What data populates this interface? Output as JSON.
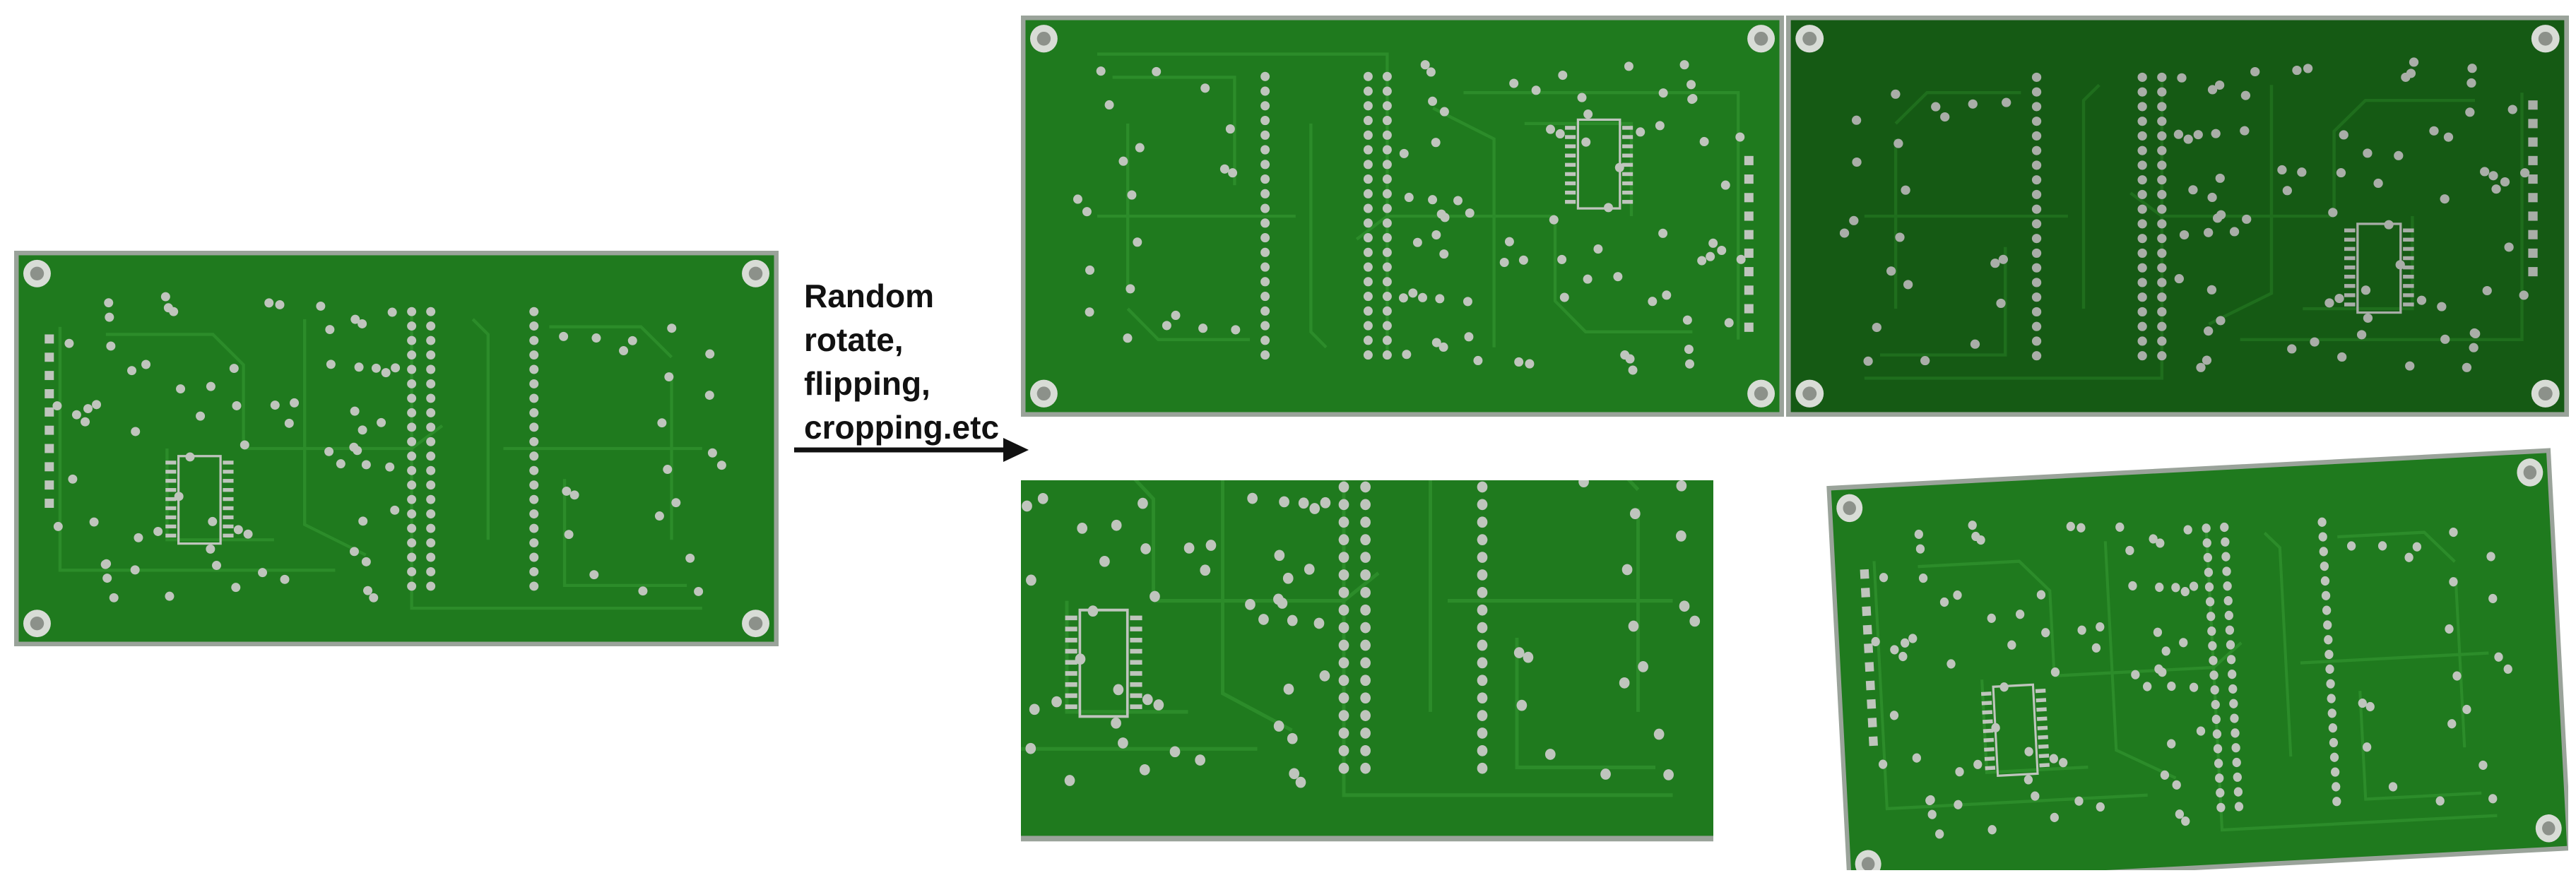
{
  "caption": {
    "lines": [
      "Random",
      "rotate,",
      "flipping,",
      "cropping.etc"
    ]
  },
  "colors": {
    "board": "#1f7a1e",
    "board_dark": "#155a14",
    "trace": "#2c8c2a",
    "pad": "#bfc5bd",
    "frame": "#9aa39a",
    "arrow": "#111111",
    "background": "#ffffff"
  },
  "panels": [
    {
      "name": "original",
      "variant": "original"
    },
    {
      "name": "augmented-rotated",
      "variant": "rotated-180"
    },
    {
      "name": "augmented-flipped",
      "variant": "flipped-dark"
    },
    {
      "name": "augmented-cropped",
      "variant": "cropped"
    },
    {
      "name": "augmented-rotated-small",
      "variant": "rotated-small"
    }
  ]
}
